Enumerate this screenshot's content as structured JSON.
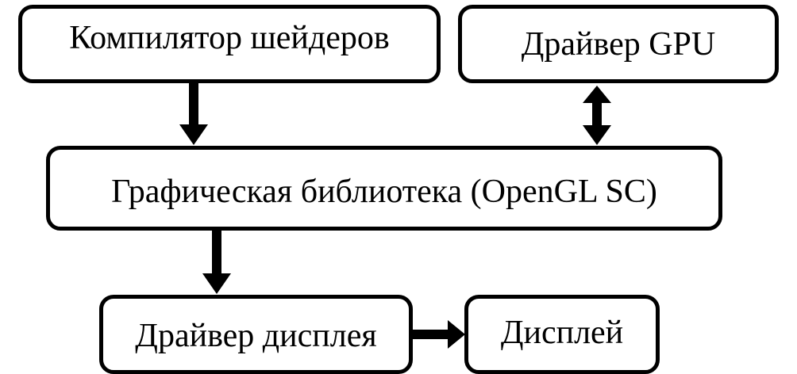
{
  "nodes": {
    "compiler": "Компилятор шейдеров",
    "gpu_driver": "Драйвер GPU",
    "graphics_library": "Графическая библиотека (OpenGL SC)",
    "display_driver": "Драйвер дисплея",
    "display": "Дисплей"
  },
  "edges": [
    {
      "from": "compiler",
      "to": "graphics_library",
      "direction": "forward"
    },
    {
      "from": "gpu_driver",
      "to": "graphics_library",
      "direction": "both"
    },
    {
      "from": "graphics_library",
      "to": "display_driver",
      "direction": "forward"
    },
    {
      "from": "display_driver",
      "to": "display",
      "direction": "forward"
    }
  ],
  "colors": {
    "stroke": "#000000",
    "fill": "#ffffff"
  }
}
